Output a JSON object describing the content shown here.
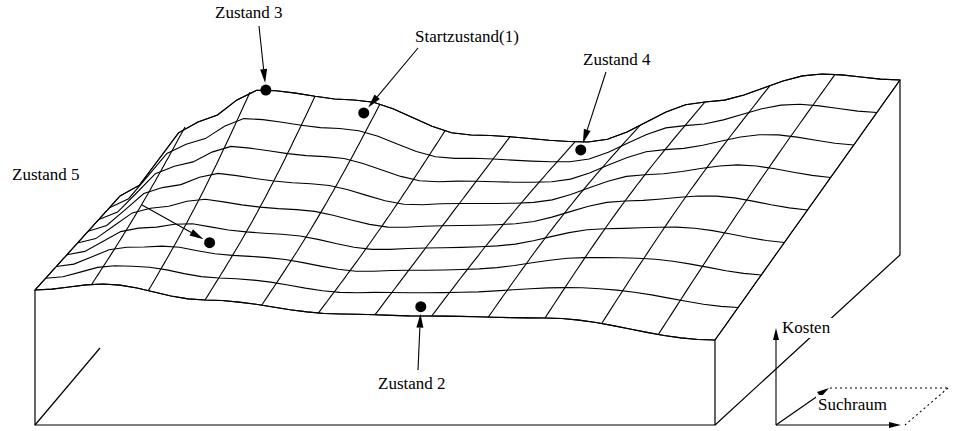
{
  "diagram": {
    "labels": [
      "Zustand 3",
      "Startzustand(1)",
      "Zustand 4",
      "Zustand 5",
      "Zustand 2",
      "Kosten",
      "Suchraum"
    ]
  }
}
